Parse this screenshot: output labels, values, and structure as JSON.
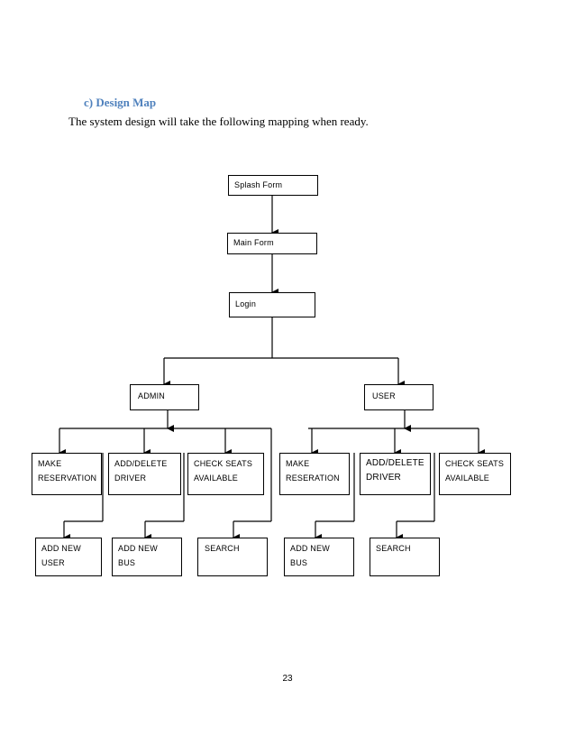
{
  "section": {
    "heading": "c)  Design Map",
    "intro": "The system design will take the following mapping when ready."
  },
  "diagram": {
    "nodes": {
      "splash_form": "Splash Form",
      "main_form": "Main Form",
      "login": "Login",
      "admin": "ADMIN",
      "user": "USER",
      "admin_make_reservation": "MAKE\nRESERVATION",
      "admin_add_delete_driver": "ADD/DELETE\nDRIVER",
      "admin_check_seats": "CHECK SEATS\nAVAILABLE",
      "admin_add_new_user": "ADD NEW\nUSER",
      "admin_add_new_bus": "ADD NEW BUS",
      "admin_search": "SEARCH",
      "user_make_reservation": "MAKE\nRESERATION",
      "user_add_delete_driver": "ADD/DELETE\nDRIVER",
      "user_check_seats": "CHECK SEATS\nAVAILABLE",
      "user_add_new_bus": "ADD NEW BUS",
      "user_search": "SEARCH"
    }
  },
  "footer": {
    "page_number": "23"
  }
}
